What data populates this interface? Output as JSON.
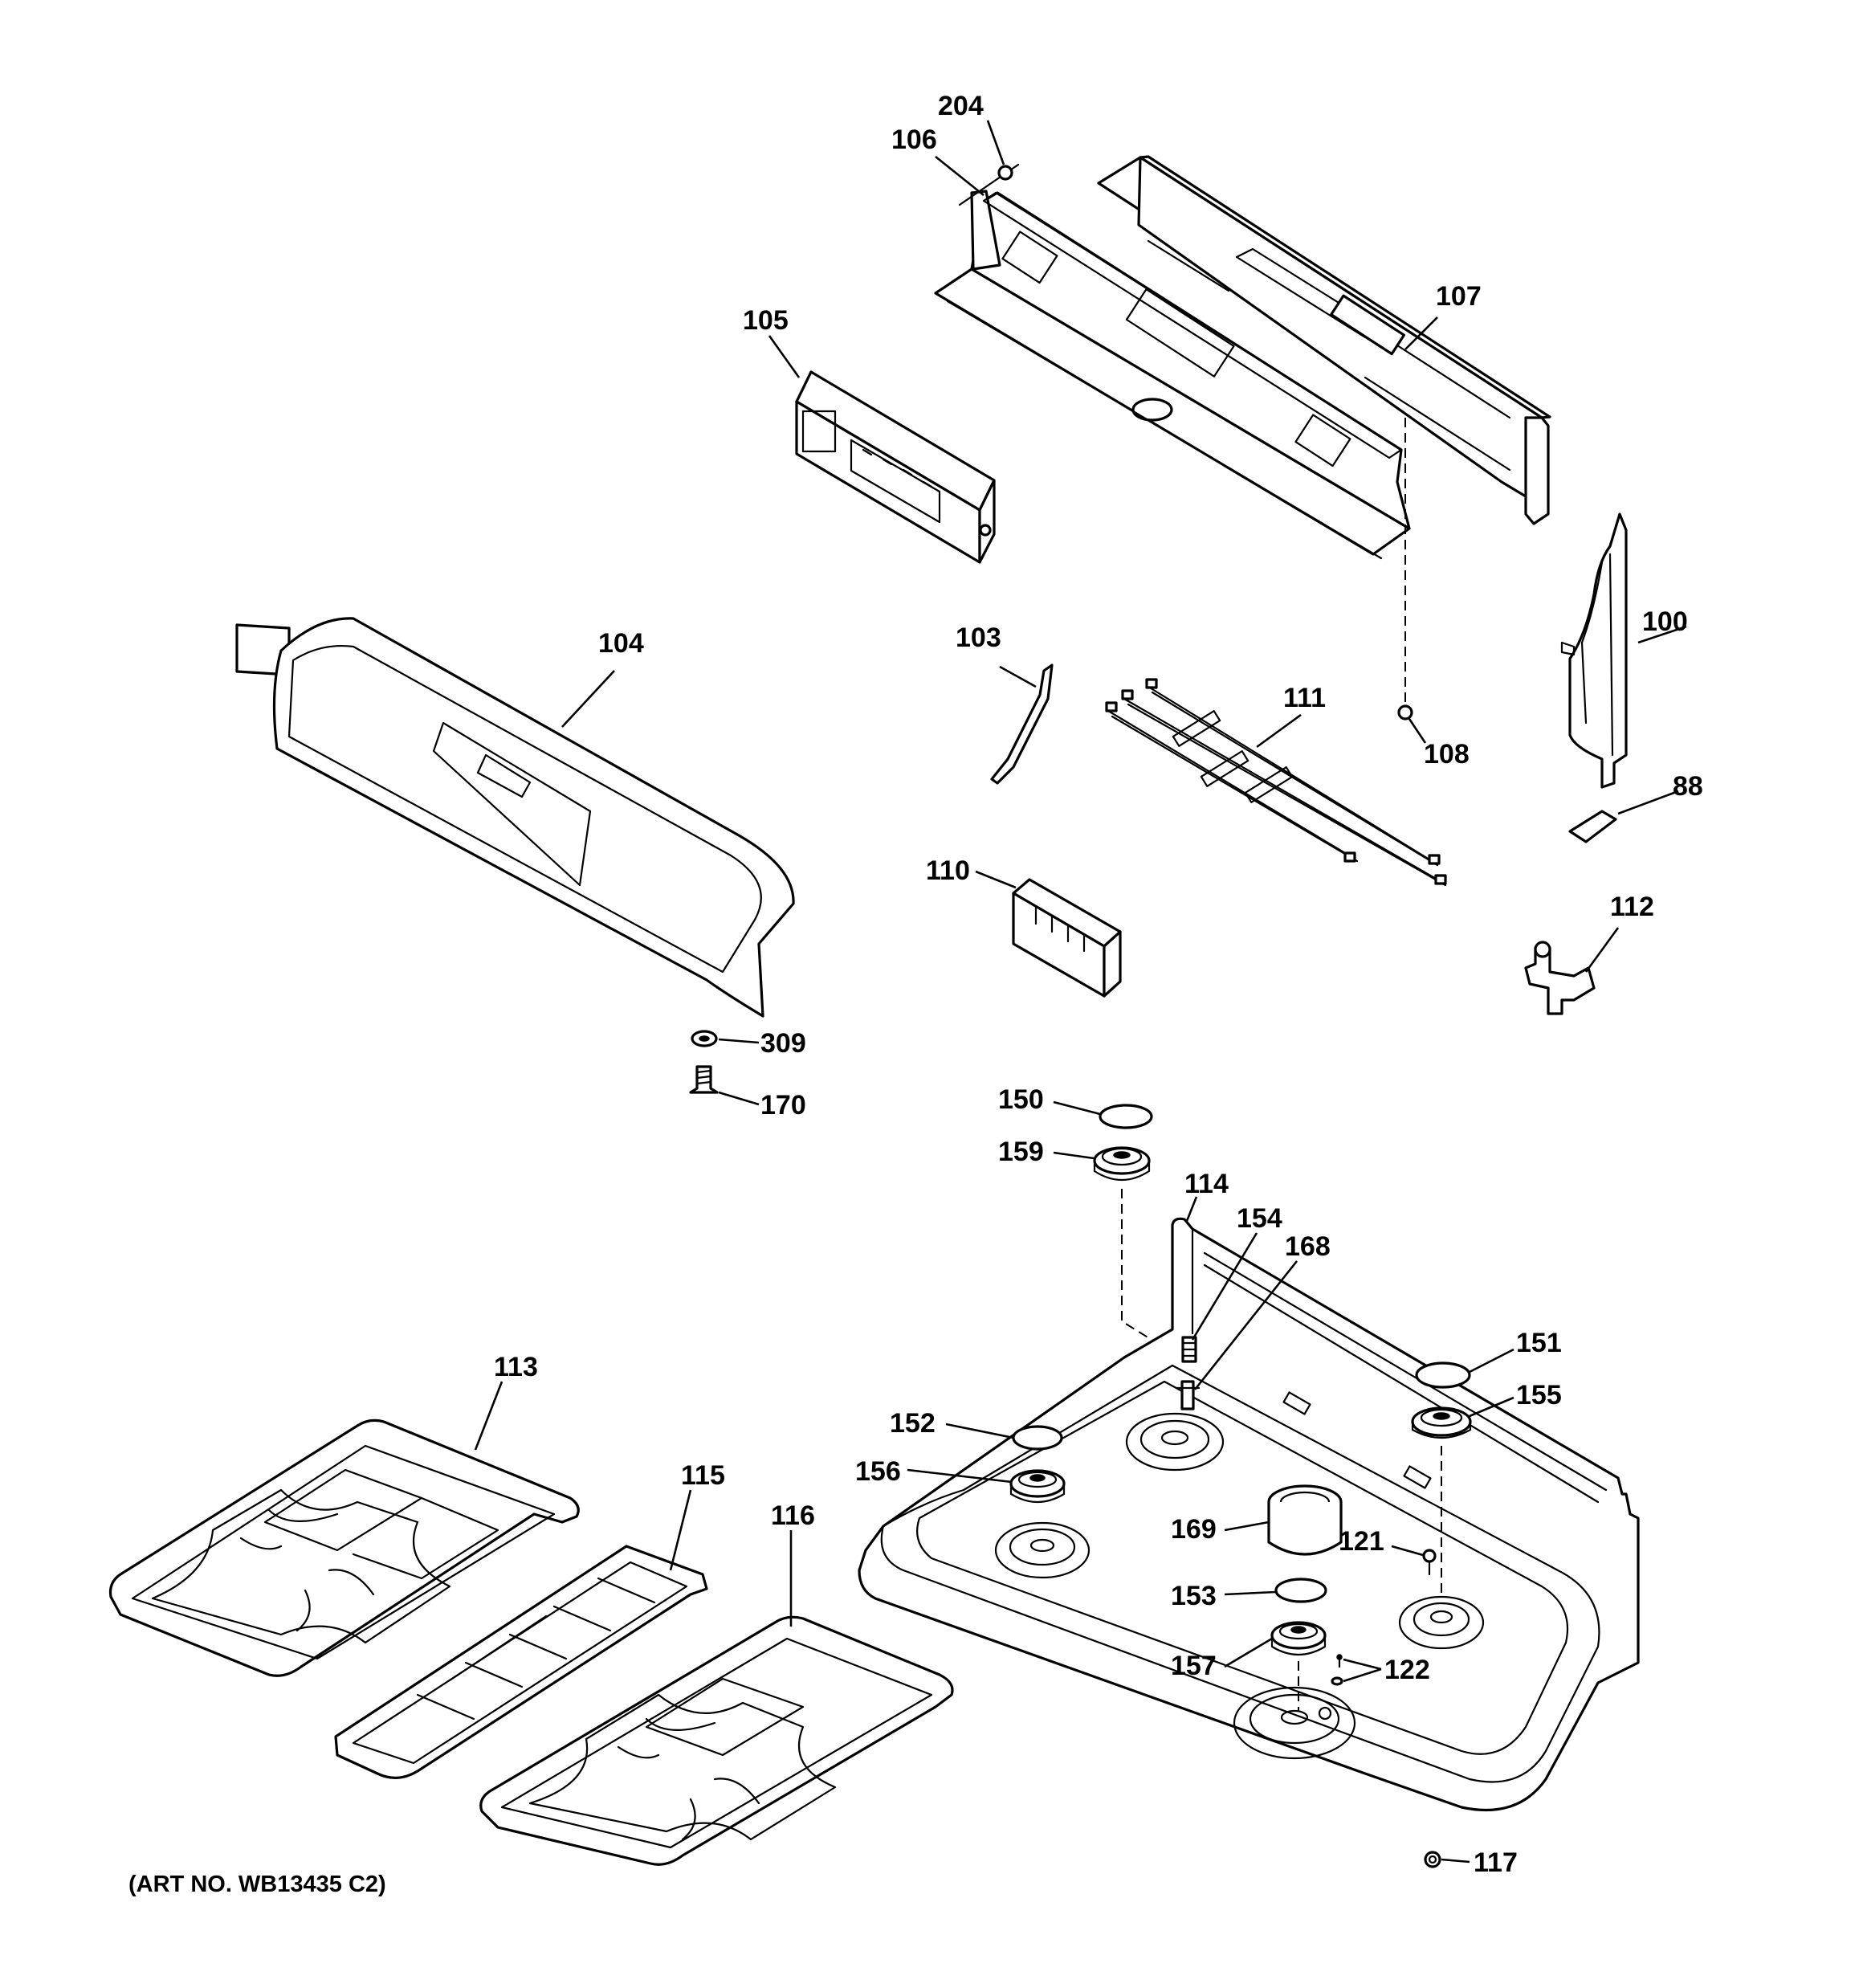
{
  "callouts": [
    {
      "id": "p204",
      "text": "204"
    },
    {
      "id": "p106",
      "text": "106"
    },
    {
      "id": "p107",
      "text": "107"
    },
    {
      "id": "p105",
      "text": "105"
    },
    {
      "id": "p104",
      "text": "104"
    },
    {
      "id": "p103",
      "text": "103"
    },
    {
      "id": "p111",
      "text": "111"
    },
    {
      "id": "p100",
      "text": "100"
    },
    {
      "id": "p108",
      "text": "108"
    },
    {
      "id": "p88",
      "text": "88"
    },
    {
      "id": "p110",
      "text": "110"
    },
    {
      "id": "p112",
      "text": "112"
    },
    {
      "id": "p309",
      "text": "309"
    },
    {
      "id": "p170",
      "text": "170"
    },
    {
      "id": "p150",
      "text": "150"
    },
    {
      "id": "p159",
      "text": "159"
    },
    {
      "id": "p114",
      "text": "114"
    },
    {
      "id": "p154",
      "text": "154"
    },
    {
      "id": "p168",
      "text": "168"
    },
    {
      "id": "p151",
      "text": "151"
    },
    {
      "id": "p152",
      "text": "152"
    },
    {
      "id": "p155",
      "text": "155"
    },
    {
      "id": "p156",
      "text": "156"
    },
    {
      "id": "p169",
      "text": "169"
    },
    {
      "id": "p121",
      "text": "121"
    },
    {
      "id": "p153",
      "text": "153"
    },
    {
      "id": "p157",
      "text": "157"
    },
    {
      "id": "p122",
      "text": "122"
    },
    {
      "id": "p113",
      "text": "113"
    },
    {
      "id": "p115",
      "text": "115"
    },
    {
      "id": "p116",
      "text": "116"
    },
    {
      "id": "p117",
      "text": "117"
    }
  ],
  "art_number": "(ART NO. WB13435 C2)"
}
